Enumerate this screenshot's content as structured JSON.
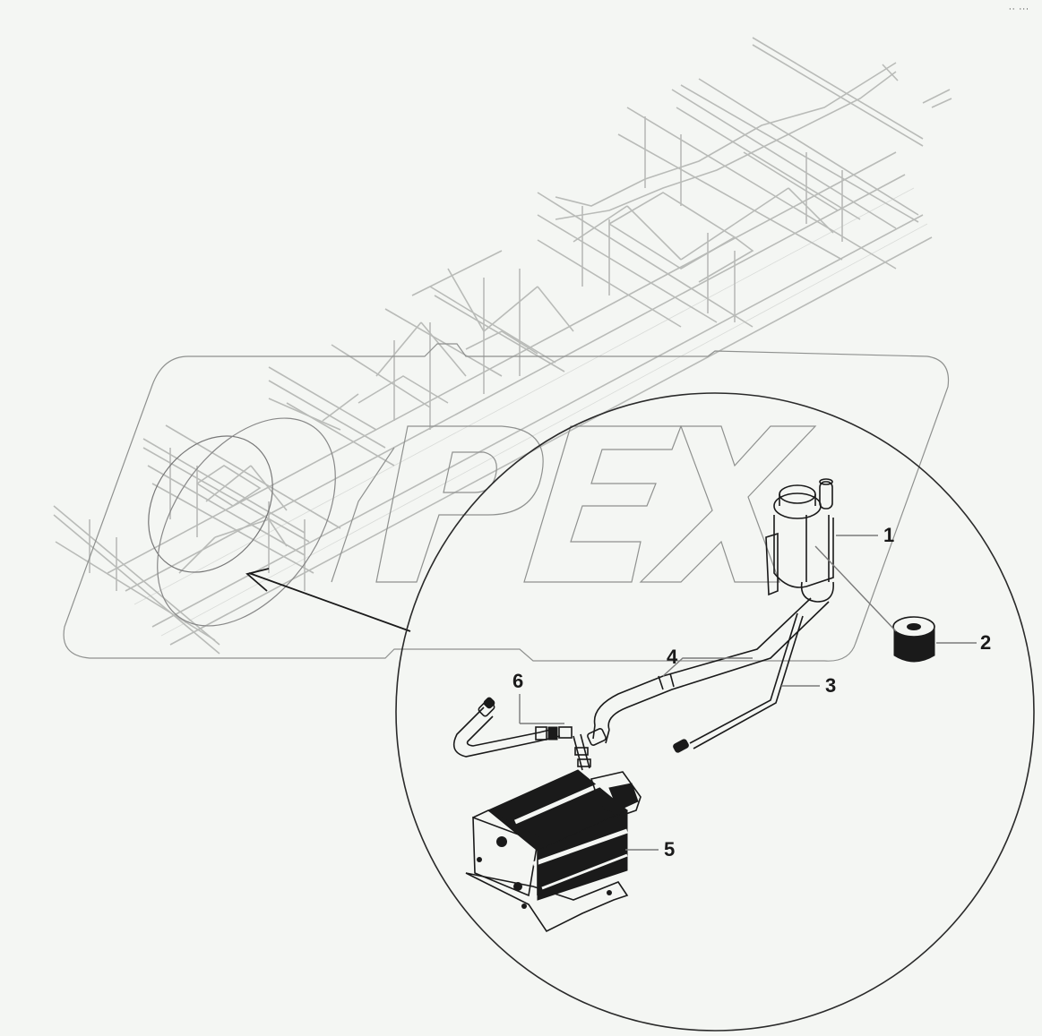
{
  "diagram": {
    "type": "exploded-parts-view",
    "subject": "Power steering hydraulic system on bus chassis frame",
    "watermark_text": "PEX",
    "corner_mark": "·· ···",
    "callouts": [
      {
        "id": "1",
        "label": "1",
        "part": "reservoir-tank"
      },
      {
        "id": "2",
        "label": "2",
        "part": "filter-element"
      },
      {
        "id": "3",
        "label": "3",
        "part": "return-line-tube"
      },
      {
        "id": "4",
        "label": "4",
        "part": "suction-hose"
      },
      {
        "id": "5",
        "label": "5",
        "part": "electric-pump-motor"
      },
      {
        "id": "6",
        "label": "6",
        "part": "pressure-hose-fittings"
      }
    ],
    "colors": {
      "background": "#f4f6f3",
      "ink": "#1a1a1a",
      "frame_lines": "#b9bbb8",
      "watermark": "#8f918f",
      "leader": "#7a7a7a"
    }
  }
}
